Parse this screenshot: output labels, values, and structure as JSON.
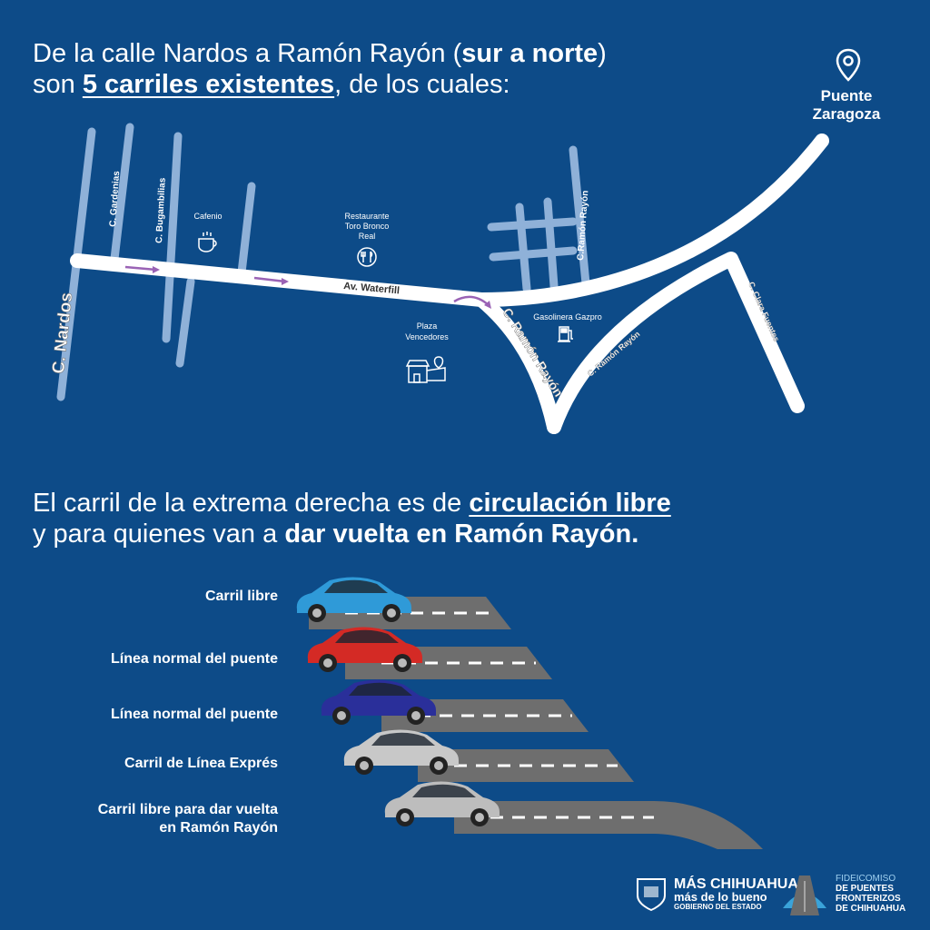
{
  "heading1": {
    "line1_a": "De la calle Nardos a Ramón Rayón (",
    "line1_b": "sur a norte",
    "line1_c": ")",
    "line2_a": "son ",
    "line2_b": "5 carriles existentes",
    "line2_c": ", de los cuales:"
  },
  "map": {
    "destination": [
      "Puente",
      "Zaragoza"
    ],
    "streets": {
      "nardos": "C. Nardos",
      "gardenias": "C. Gardenias",
      "bugambilias": "C. Bugambilias",
      "waterfill": "Av. Waterfill",
      "ramon_rayon_1": "C. Ramón Rayón",
      "ramon_rayon_2": "C.Ramón Rayón",
      "ramon_rayon_3": "C. Ramón Rayón",
      "clara_fuentes": "C. Clara Fuentes"
    },
    "places": {
      "cafenio": "Cafenio",
      "restaurante": [
        "Restaurante",
        "Toro Bronco",
        "Real"
      ],
      "plaza": [
        "Plaza",
        "Vencedores"
      ],
      "gasolinera": "Gasolinera Gazpro"
    },
    "colors": {
      "road": "#ffffff",
      "street": "#8fb1d8",
      "arrow": "#9a63b5"
    }
  },
  "heading2": {
    "line1_a": "El carril de la extrema derecha es de ",
    "line1_b": "circulación libre",
    "line2_a": "y para quienes van a ",
    "line2_b": "dar vuelta en Ramón Rayón",
    "line2_c": "."
  },
  "lanes": [
    {
      "label": "Carril libre",
      "car_color": "#2f9ad8"
    },
    {
      "label": "Línea normal del puente",
      "car_color": "#d42a25"
    },
    {
      "label": "Línea normal del puente",
      "car_color": "#2a2f9a"
    },
    {
      "label": "Carril de Línea Exprés",
      "car_color": "#c8c8c8"
    },
    {
      "label": "Carril libre para dar vuelta en Ramón Rayón",
      "label_lines": [
        "Carril libre para dar vuelta",
        "en Ramón Rayón"
      ],
      "car_color": "#bdbdbd"
    }
  ],
  "footer": {
    "logo1": [
      "MÁS CHIHUAHUA",
      "más de lo bueno",
      "GOBIERNO DEL ESTADO"
    ],
    "logo2": [
      "FIDEICOMISO",
      "DE PUENTES",
      "FRONTERIZOS",
      "DE CHIHUAHUA"
    ]
  }
}
